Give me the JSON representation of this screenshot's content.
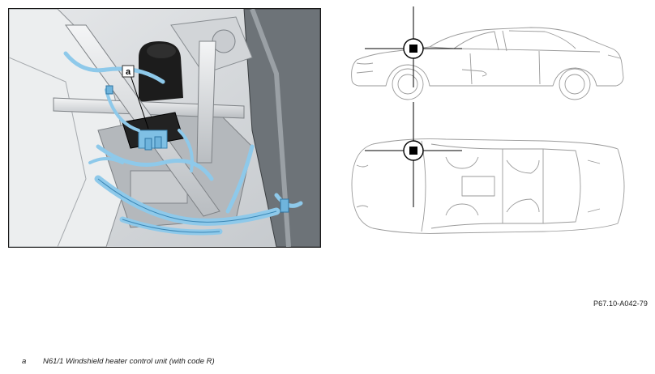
{
  "photo": {
    "callout_label": "a"
  },
  "figure_ref": "P67.10-A042-79",
  "legend": {
    "items": [
      {
        "key": "a",
        "text": "N61/1 Windshield heater control unit (with code R)"
      }
    ]
  },
  "colors": {
    "highlight_blue": "#8ec9ea",
    "component_black": "#1c1c1c",
    "line_gray": "#9a9a9a"
  }
}
